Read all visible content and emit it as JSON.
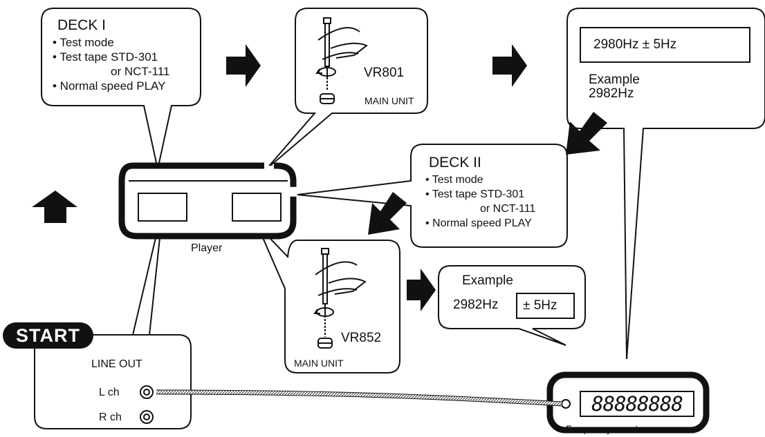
{
  "deck1": {
    "title": "DECK I",
    "items": [
      "• Test mode",
      "• Test tape STD-301",
      "or NCT-111",
      "• Normal speed PLAY"
    ]
  },
  "deck2": {
    "title": "DECK II",
    "items": [
      "• Test mode",
      "• Test tape STD-301",
      "or NCT-111",
      "• Normal speed PLAY"
    ]
  },
  "vr801": {
    "label": "VR801",
    "unit": "MAIN UNIT"
  },
  "vr852": {
    "label": "VR852",
    "unit": "MAIN UNIT"
  },
  "spec": {
    "target": "2980Hz  ± 5Hz",
    "example_label": "Example",
    "example_value": "2982Hz"
  },
  "example2": {
    "label": "Example",
    "value": "2982Hz",
    "tolerance": "±  5Hz"
  },
  "player": {
    "label": "Player"
  },
  "start": {
    "label": "START"
  },
  "lineout": {
    "title": "LINE OUT",
    "lch": "L ch",
    "rch": "R ch"
  },
  "counter": {
    "display": "88888888",
    "label": "Frequency counter"
  }
}
